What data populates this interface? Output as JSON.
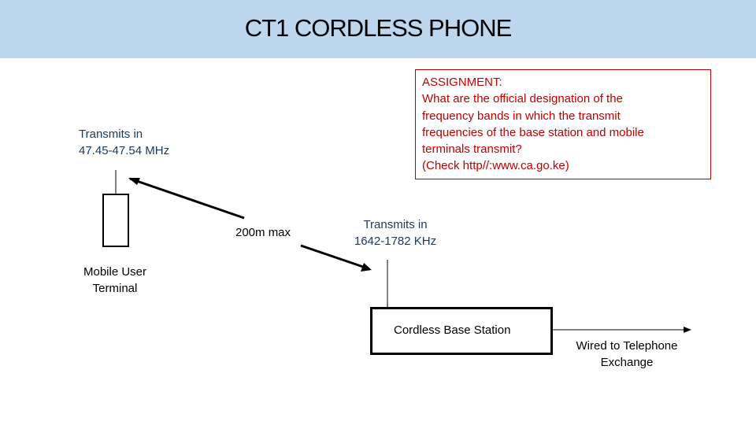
{
  "header": {
    "title": "CT1 CORDLESS PHONE",
    "background_color": "#bdd7ee"
  },
  "assignment": {
    "heading": "ASSIGNMENT:",
    "lines": [
      "What are the official designation of the",
      "frequency bands in which the transmit",
      "frequencies of the base station and mobile",
      "terminals transmit?",
      "(Check http//:www.ca.go.ke)"
    ],
    "text_color": "#c00000"
  },
  "mobile": {
    "transmit_line1": "Transmits in",
    "transmit_line2": "47.45-47.54 MHz",
    "label_line1": "Mobile User",
    "label_line2": "Terminal"
  },
  "link": {
    "distance_label": "200m max"
  },
  "base": {
    "transmit_line1": "Transmits in",
    "transmit_line2": "1642-1782 KHz",
    "label": "Cordless Base Station"
  },
  "exchange": {
    "label_line1": "Wired to Telephone",
    "label_line2": "Exchange"
  },
  "colors": {
    "label_blue": "#1f3864",
    "line": "#000000"
  }
}
